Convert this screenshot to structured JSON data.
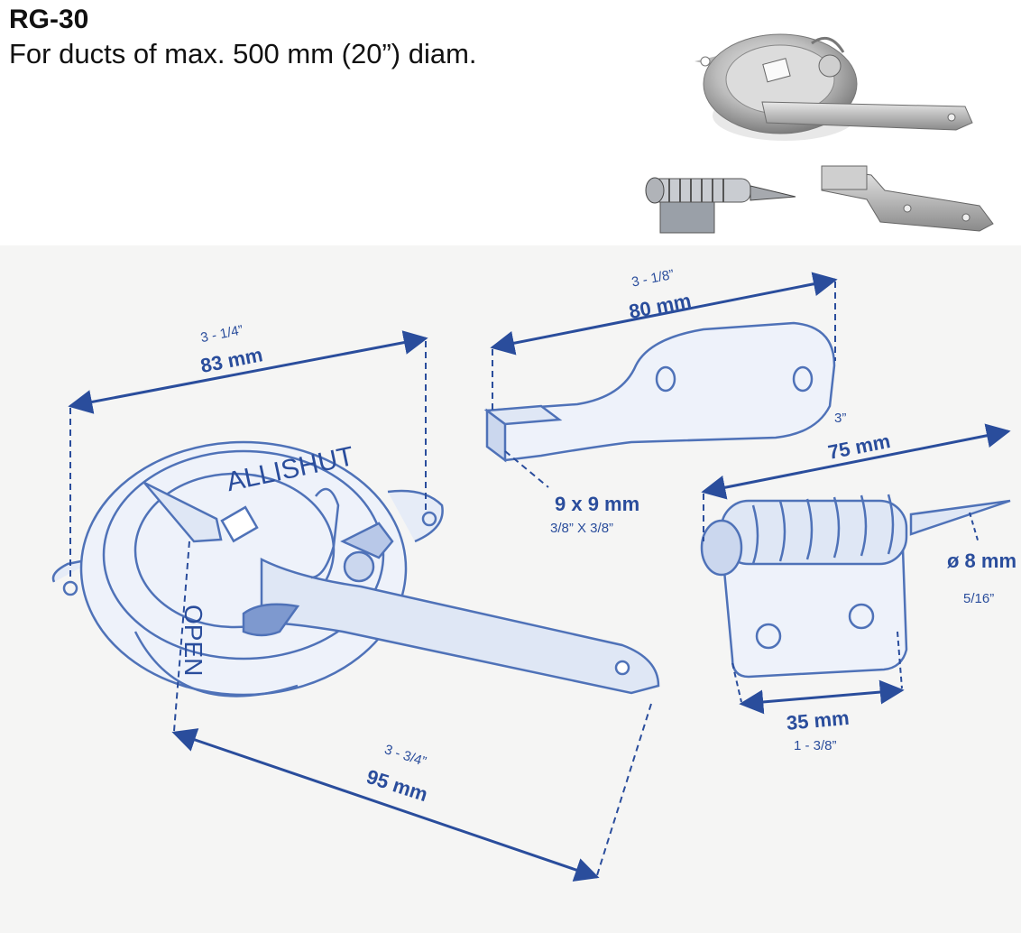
{
  "header": {
    "title": "RG-30",
    "subtitle": "For ducts of max. 500 mm (20”) diam."
  },
  "regulator": {
    "embossed_text_top": "ALLISHUT",
    "embossed_text_side": "OPEN"
  },
  "dimensions": {
    "regulator_width": {
      "imperial": "3 - 1/4”",
      "metric": "83 mm"
    },
    "regulator_length": {
      "imperial": "3 - 3/4”",
      "metric": "95 mm"
    },
    "handle_length": {
      "imperial": "3 - 1/8”",
      "metric": "80 mm"
    },
    "square_shaft": {
      "metric": "9 x 9 mm",
      "imperial": "3/8” X 3/8”"
    },
    "pin_length": {
      "imperial": "3”",
      "metric": "75 mm"
    },
    "pin_diameter": {
      "metric": "ø 8 mm",
      "imperial": "5/16”"
    },
    "bracket_width": {
      "metric": "35 mm",
      "imperial": "1 - 3/8”"
    }
  },
  "colors": {
    "drawing_blue": "#2a4d9c",
    "sketch_blue": "#4f72b8",
    "sheet_bg": "#f5f5f4"
  }
}
